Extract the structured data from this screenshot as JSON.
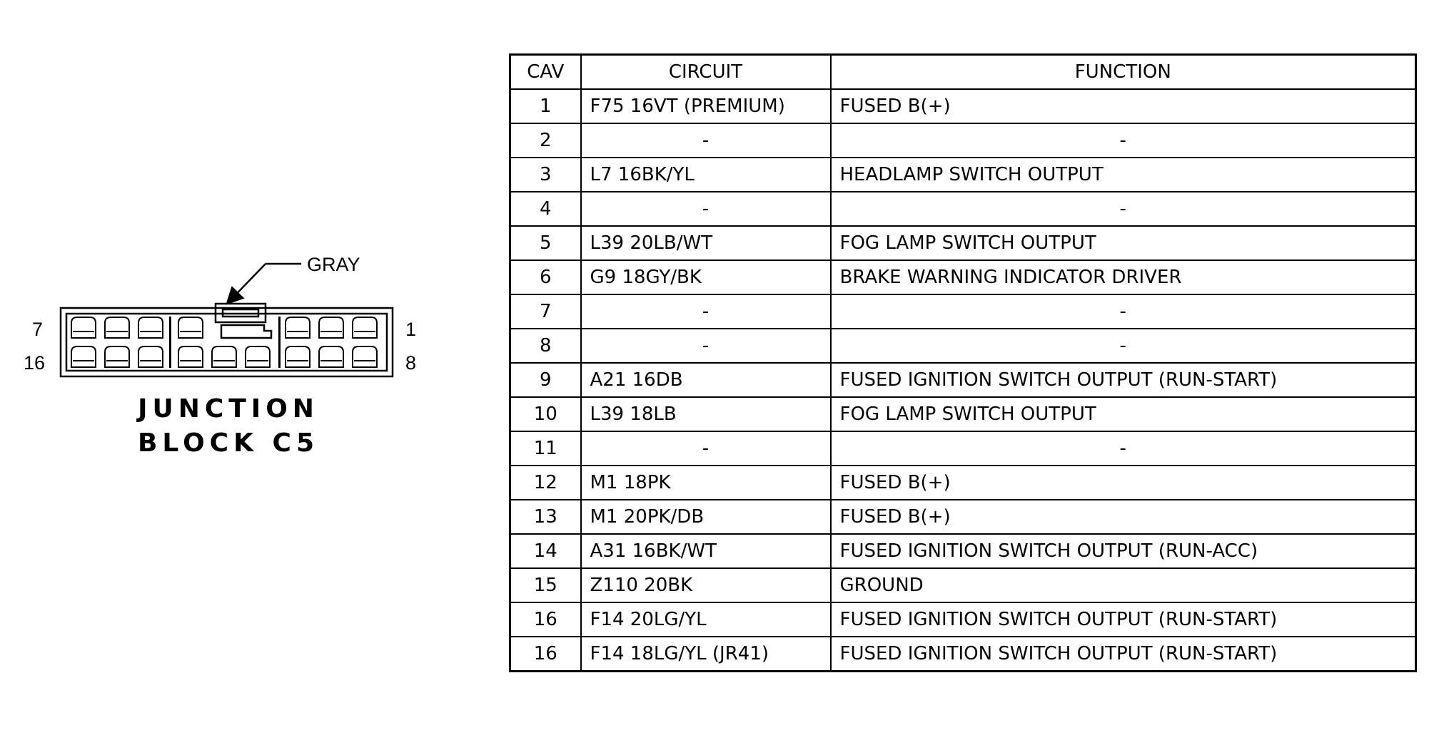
{
  "connector": {
    "color_label": "GRAY",
    "pin_labels": {
      "top_left": "7",
      "bottom_left": "16",
      "top_right": "1",
      "bottom_right": "8"
    },
    "title_lines": [
      "JUNCTION",
      "BLOCK C5"
    ]
  },
  "table": {
    "headers": {
      "cav": "CAV",
      "circuit": "CIRCUIT",
      "function": "FUNCTION"
    },
    "rows": [
      {
        "cav": "1",
        "circuit": "F75 16VT (PREMIUM)",
        "function": "FUSED B(+)"
      },
      {
        "cav": "2",
        "circuit": "-",
        "function": "-"
      },
      {
        "cav": "3",
        "circuit": "L7 16BK/YL",
        "function": "HEADLAMP SWITCH OUTPUT"
      },
      {
        "cav": "4",
        "circuit": "-",
        "function": "-"
      },
      {
        "cav": "5",
        "circuit": "L39 20LB/WT",
        "function": "FOG LAMP SWITCH OUTPUT"
      },
      {
        "cav": "6",
        "circuit": "G9 18GY/BK",
        "function": "BRAKE WARNING INDICATOR DRIVER"
      },
      {
        "cav": "7",
        "circuit": "-",
        "function": "-"
      },
      {
        "cav": "8",
        "circuit": "-",
        "function": "-"
      },
      {
        "cav": "9",
        "circuit": "A21 16DB",
        "function": "FUSED IGNITION SWITCH OUTPUT (RUN-START)"
      },
      {
        "cav": "10",
        "circuit": "L39 18LB",
        "function": "FOG LAMP SWITCH OUTPUT"
      },
      {
        "cav": "11",
        "circuit": "-",
        "function": "-"
      },
      {
        "cav": "12",
        "circuit": "M1 18PK",
        "function": "FUSED B(+)"
      },
      {
        "cav": "13",
        "circuit": "M1 20PK/DB",
        "function": "FUSED B(+)"
      },
      {
        "cav": "14",
        "circuit": "A31 16BK/WT",
        "function": "FUSED IGNITION SWITCH OUTPUT (RUN-ACC)"
      },
      {
        "cav": "15",
        "circuit": "Z110 20BK",
        "function": "GROUND"
      },
      {
        "cav": "16",
        "circuit": "F14 20LG/YL",
        "function": "FUSED IGNITION SWITCH OUTPUT (RUN-START)"
      },
      {
        "cav": "16",
        "circuit": "F14 18LG/YL (JR41)",
        "function": "FUSED IGNITION SWITCH OUTPUT (RUN-START)"
      }
    ]
  }
}
